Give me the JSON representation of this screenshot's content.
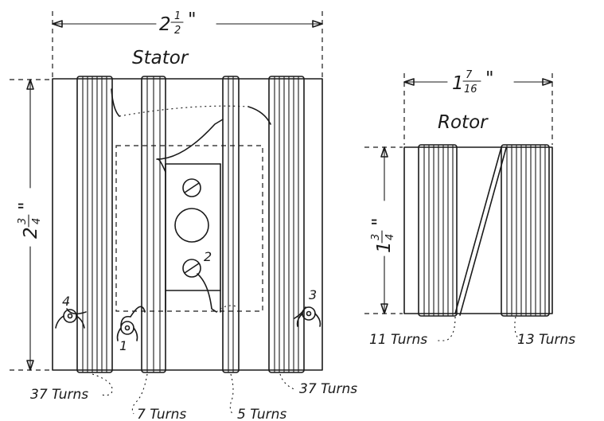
{
  "stator": {
    "title": "Stator",
    "width_whole": "2",
    "width_num": "1",
    "width_den": "2",
    "height_whole": "2",
    "height_num": "3",
    "height_den": "4",
    "inch_mark": "\"",
    "terminals": [
      "1",
      "2",
      "3",
      "4"
    ],
    "turns": [
      "37 Turns",
      "7 Turns",
      "5 Turns",
      "37 Turns"
    ]
  },
  "rotor": {
    "title": "Rotor",
    "width_whole": "1",
    "width_num": "7",
    "width_den": "16",
    "height_whole": "1",
    "height_num": "3",
    "height_den": "4",
    "inch_mark": "\"",
    "turns": [
      "11 Turns",
      "13 Turns"
    ]
  }
}
